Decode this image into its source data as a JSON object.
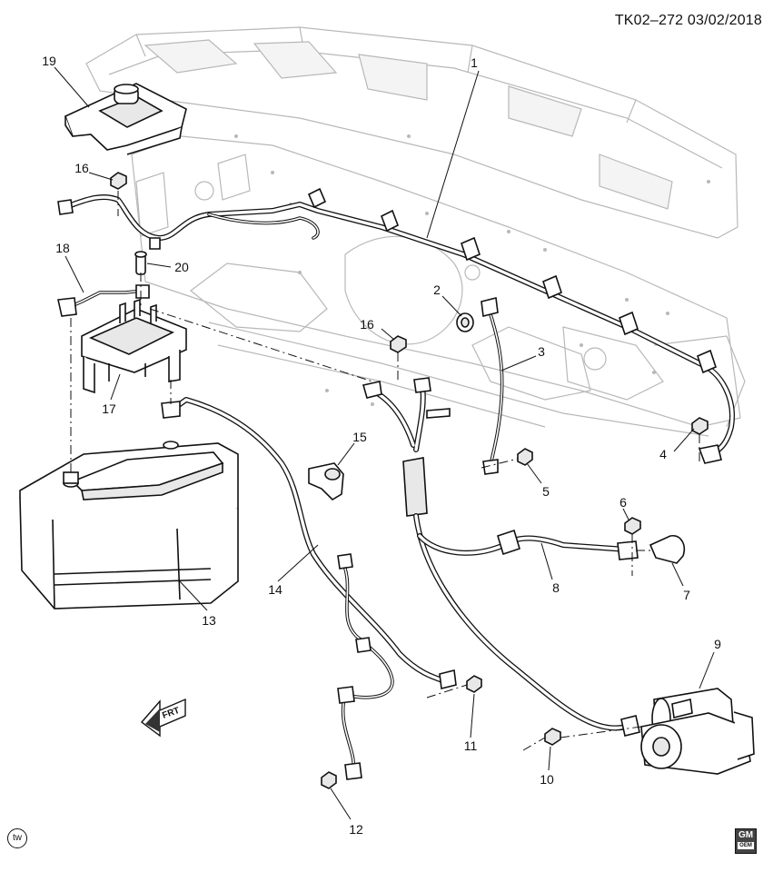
{
  "header": {
    "code": "TK02–272",
    "date": "03/02/2018"
  },
  "callouts": [
    "1",
    "2",
    "3",
    "4",
    "5",
    "6",
    "7",
    "8",
    "9",
    "10",
    "11",
    "12",
    "13",
    "14",
    "15",
    "16",
    "16",
    "17",
    "18",
    "19",
    "20"
  ],
  "orientation": {
    "label": "FRT"
  },
  "badges": {
    "tw": "tw",
    "gm": "GM",
    "gm_sub": "OEM"
  },
  "colors": {
    "line": "#111111",
    "ghost": "#b8b8b8",
    "background": "#ffffff"
  }
}
